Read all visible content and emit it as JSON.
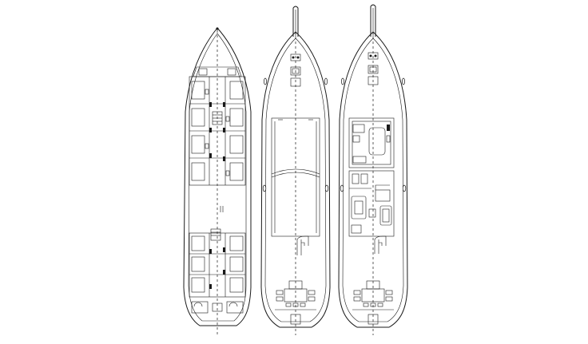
{
  "drawing": {
    "views": [
      {
        "id": "lower-deck",
        "label": ""
      },
      {
        "id": "main-deck",
        "label": ""
      },
      {
        "id": "upper-deck",
        "label": ""
      }
    ],
    "colors": {
      "line": "#1a1a1a",
      "background": "#ffffff"
    }
  }
}
